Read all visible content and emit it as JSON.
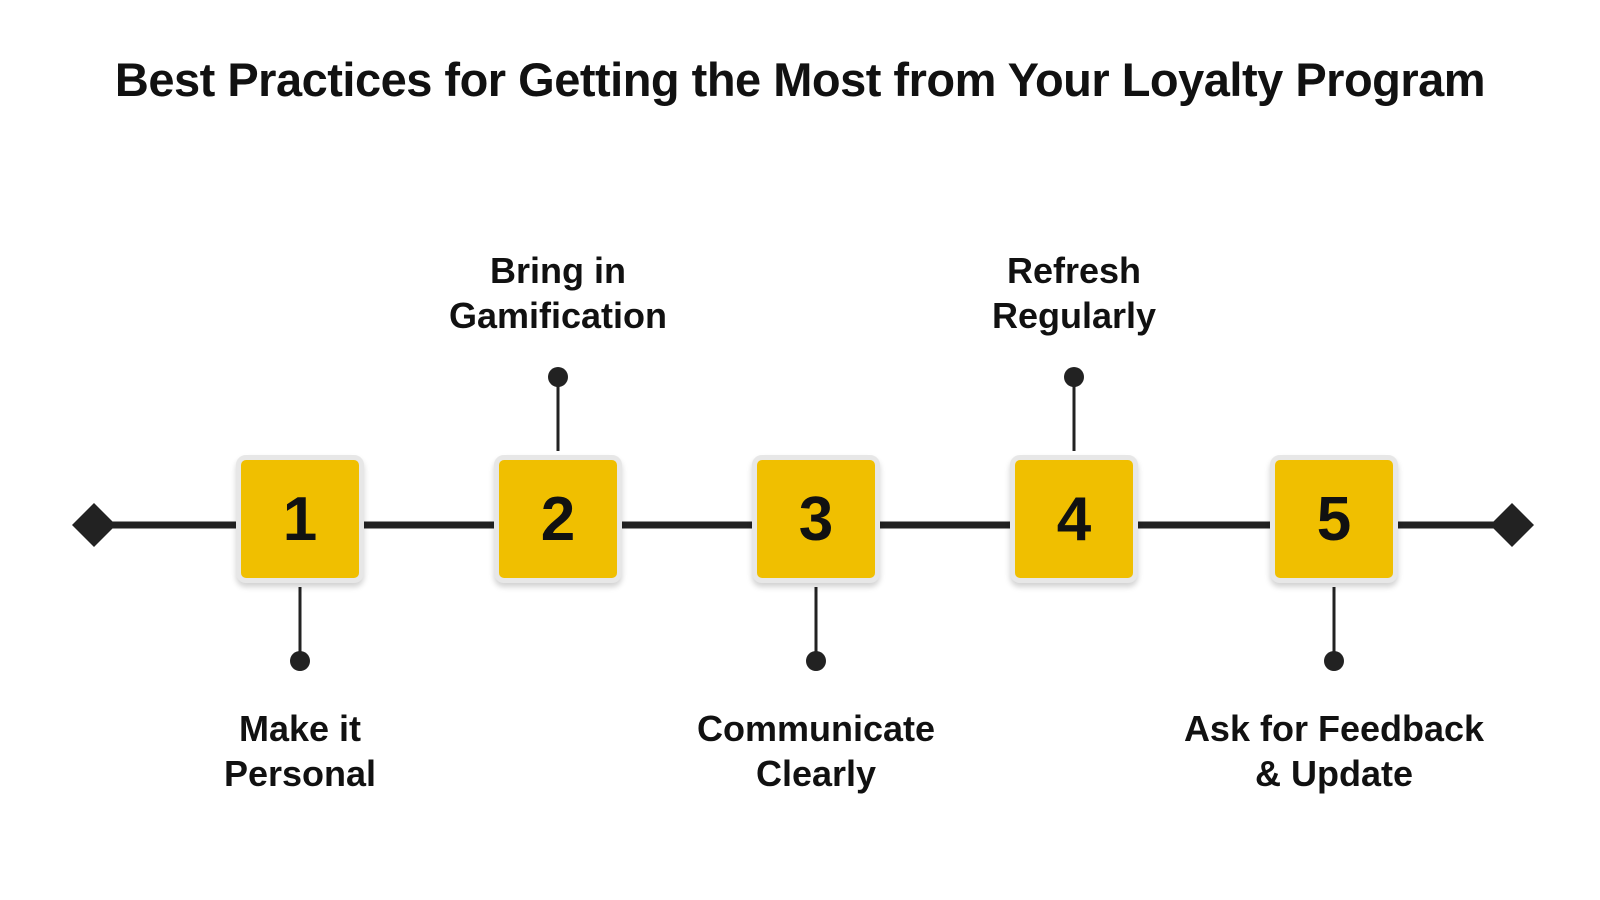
{
  "title": "Best Practices for Getting the Most from Your Loyalty Program",
  "colors": {
    "box_fill": "#F0BF00",
    "box_border": "#E7E7E7",
    "line": "#222222",
    "text": "#111111"
  },
  "steps": [
    {
      "number": "1",
      "label_lines": [
        "Make it",
        "Personal"
      ],
      "label_position": "below"
    },
    {
      "number": "2",
      "label_lines": [
        "Bring in",
        "Gamification"
      ],
      "label_position": "above"
    },
    {
      "number": "3",
      "label_lines": [
        "Communicate",
        "Clearly"
      ],
      "label_position": "below"
    },
    {
      "number": "4",
      "label_lines": [
        "Refresh",
        "Regularly"
      ],
      "label_position": "above"
    },
    {
      "number": "5",
      "label_lines": [
        "Ask for Feedback",
        "& Update"
      ],
      "label_position": "below"
    }
  ]
}
